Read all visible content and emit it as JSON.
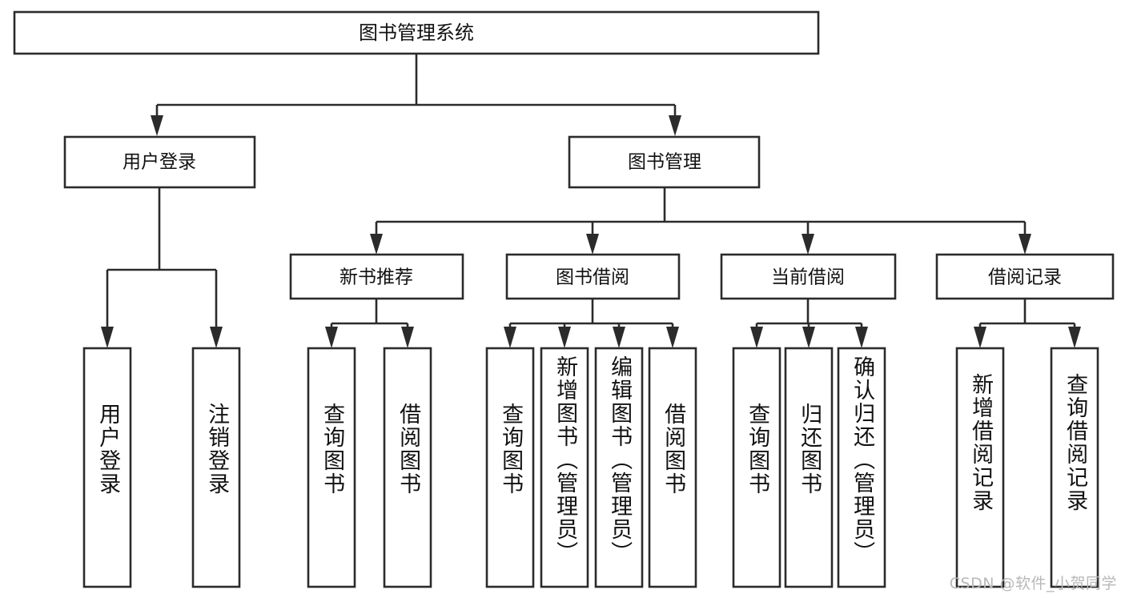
{
  "diagram": {
    "title": "图书管理系统",
    "type": "tree",
    "orientation": "top-down",
    "colors": {
      "box_stroke": "#2b2b2b",
      "box_fill": "#ffffff",
      "connector": "#2b2b2b",
      "text": "#111111",
      "background": "#ffffff",
      "watermark": "#b8b8b8"
    },
    "levels": {
      "root": {
        "label": "图书管理系统"
      },
      "level2": [
        {
          "label": "用户登录"
        },
        {
          "label": "图书管理"
        }
      ],
      "level3": [
        {
          "label": "新书推荐"
        },
        {
          "label": "图书借阅"
        },
        {
          "label": "当前借阅"
        },
        {
          "label": "借阅记录"
        }
      ],
      "leaves": {
        "user_login": [
          {
            "label": "用户登录"
          },
          {
            "label": "注销登录"
          }
        ],
        "new_book_recommend": [
          {
            "label": "查询图书"
          },
          {
            "label": "借阅图书"
          }
        ],
        "book_borrow": [
          {
            "label": "查询图书"
          },
          {
            "label": "新增图书（管理员）"
          },
          {
            "label": "编辑图书（管理员）"
          },
          {
            "label": "借阅图书"
          }
        ],
        "current_borrow": [
          {
            "label": "查询图书"
          },
          {
            "label": "归还图书"
          },
          {
            "label": "确认归还（管理员）"
          }
        ],
        "borrow_record": [
          {
            "label": "新增借阅记录"
          },
          {
            "label": "查询借阅记录"
          }
        ]
      }
    },
    "watermark": "CSDN @软件_小贺同学"
  }
}
